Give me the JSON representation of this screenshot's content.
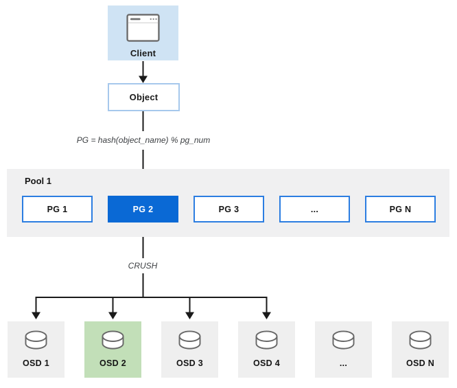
{
  "colors": {
    "client_fill": "#cfe3f4",
    "object_border": "#a6c8ec",
    "pg_border": "#2b7de1",
    "pg_selected_fill": "#0a69d5",
    "pg_selected_text": "#ffffff",
    "pool_band_fill": "#f0f0f1",
    "osd_fill": "#efefef",
    "osd_selected_fill": "#c2dfb8",
    "connector_line": "#1a1a1a",
    "label_text": "#151515"
  },
  "client": {
    "label": "Client",
    "icon": "application-window-icon"
  },
  "object": {
    "label": "Object"
  },
  "annotations": {
    "hash_formula": "PG = hash(object_name) % pg_num",
    "crush": "CRUSH"
  },
  "pool": {
    "label": "Pool 1",
    "pgs": [
      {
        "label": "PG 1",
        "selected": false
      },
      {
        "label": "PG 2",
        "selected": true
      },
      {
        "label": "PG 3",
        "selected": false
      },
      {
        "label": "...",
        "selected": false
      },
      {
        "label": "PG N",
        "selected": false
      }
    ]
  },
  "osds": [
    {
      "label": "OSD 1",
      "selected": false,
      "icon": "disk-cylinder-icon"
    },
    {
      "label": "OSD 2",
      "selected": true,
      "icon": "disk-cylinder-icon"
    },
    {
      "label": "OSD 3",
      "selected": false,
      "icon": "disk-cylinder-icon"
    },
    {
      "label": "OSD 4",
      "selected": false,
      "icon": "disk-cylinder-icon"
    },
    {
      "label": "...",
      "selected": false,
      "icon": "disk-cylinder-icon"
    },
    {
      "label": "OSD N",
      "selected": false,
      "icon": "disk-cylinder-icon"
    }
  ]
}
